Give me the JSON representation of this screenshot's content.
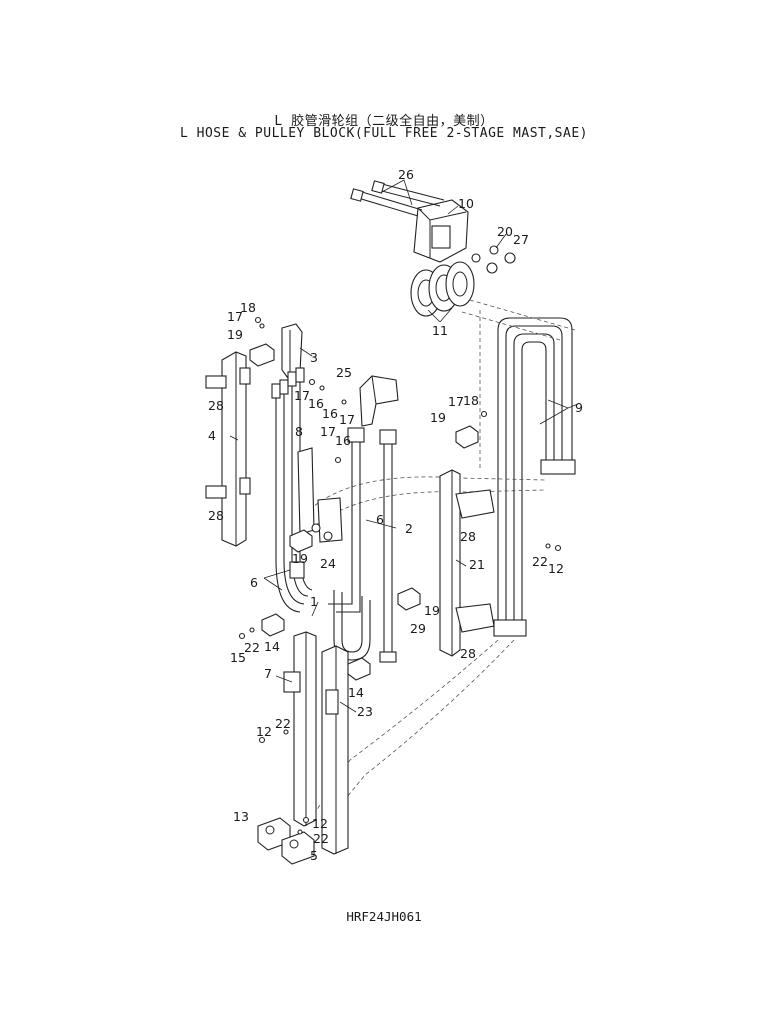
{
  "title_cn": "L 胶管滑轮组（二级全自由，美制）",
  "title_en": "L HOSE & PULLEY BLOCK(FULL FREE 2-STAGE MAST,SAE)",
  "drawing_code": "HRF24JH061",
  "callouts": {
    "c1": "1",
    "c2": "2",
    "c3": "3",
    "c4": "4",
    "c5": "5",
    "c6a": "6",
    "c6b": "6",
    "c7": "7",
    "c8": "8",
    "c9": "9",
    "c10": "10",
    "c11": "11",
    "c12a": "12",
    "c12b": "12",
    "c12c": "12",
    "c13": "13",
    "c14a": "14",
    "c14b": "14",
    "c15": "15",
    "c16a": "16",
    "c16b": "16",
    "c16c": "16",
    "c17a": "17",
    "c17b": "17",
    "c17c": "17",
    "c17d": "17",
    "c17e": "17",
    "c18a": "18",
    "c18b": "18",
    "c19a": "19",
    "c19b": "19",
    "c19c": "19",
    "c19d": "19",
    "c20": "20",
    "c21": "21",
    "c22a": "22",
    "c22b": "22",
    "c22c": "22",
    "c22d": "22",
    "c23": "23",
    "c24": "24",
    "c25": "25",
    "c26": "26",
    "c27": "27",
    "c28a": "28",
    "c28b": "28",
    "c28c": "28",
    "c28d": "28",
    "c29": "29"
  }
}
